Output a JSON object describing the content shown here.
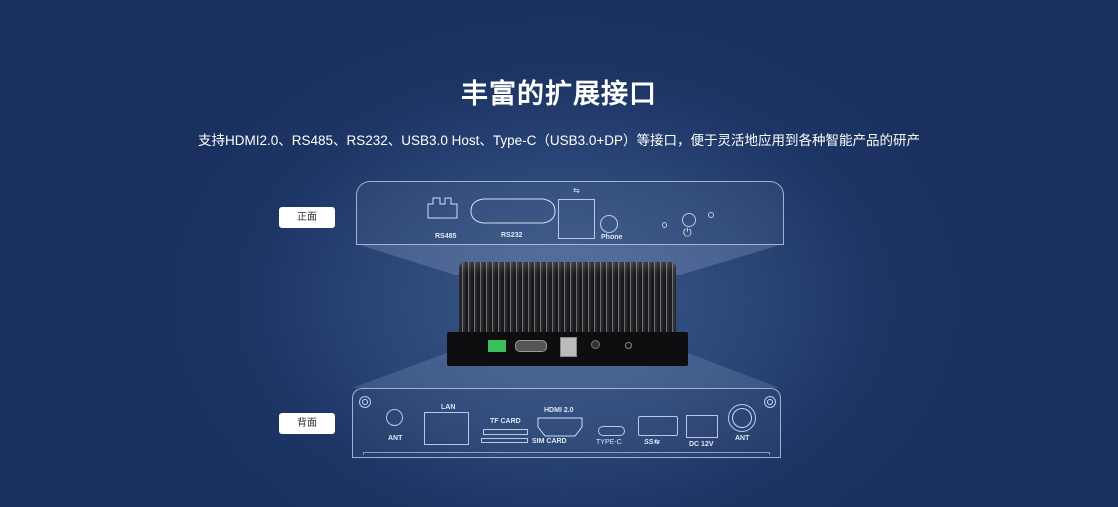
{
  "title": "丰富的扩展接口",
  "subtitle": "支持HDMI2.0、RS485、RS232、USB3.0 Host、Type-C（USB3.0+DP）等接口，便于灵活地应用到各种智能产品的研产",
  "front_tag": "正面",
  "back_tag": "背面",
  "front_panel": {
    "rs485": "RS485",
    "rs232": "RS232",
    "phone": "Phone"
  },
  "back_panel": {
    "ant_left": "ANT",
    "lan": "LAN",
    "tf_card": "TF CARD",
    "sim_card": "SIM CARD",
    "hdmi": "HDMI 2.0",
    "type_c": "TYPE-C",
    "usb": "SS",
    "dc": "DC 12V",
    "ant_right": "ANT"
  },
  "colors": {
    "background": "#1d3565",
    "outline": "#c8d7f0",
    "connector_green": "#3bbf5a"
  }
}
